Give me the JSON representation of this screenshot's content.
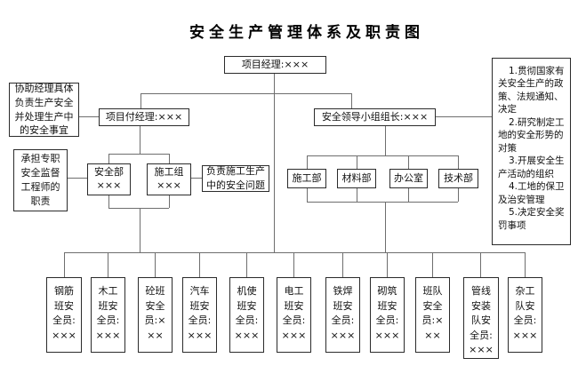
{
  "title": "安全生产管理体系及职责图",
  "colors": {
    "background": "#ffffff",
    "box_border": "#2b2b2b",
    "connector_line": "#6e6e6e",
    "text": "#111111"
  },
  "nodes": {
    "project_manager": "项目经理:×××",
    "deputy_manager": "项目付经理:×××",
    "safety_group_leader": "安全领导小组组长:×××",
    "assist_note": "协助经理具体负责生产安全并处理生产中的安全事宜",
    "supervisor_note": "承担专职安全监督工程师的职责",
    "safety_dept_name": "安全部",
    "safety_dept_value": "×××",
    "construction_group_name": "施工组",
    "construction_group_value": "×××",
    "construction_note": "负责施工生产中的安全问题"
  },
  "departments": [
    "施工部",
    "材料部",
    "办公室",
    "技术部"
  ],
  "right_panel": {
    "items": [
      "1.贯彻国家有关安全生产的政策、法规通知、决定",
      "2.研究制定工地的安全形势的对策",
      "3.开展安全生产活动的组织",
      "4.工地的保卫及治安管理",
      "5.决定安全奖罚事项"
    ]
  },
  "bottom_row": {
    "labels": [
      "钢筋班安全员:×××",
      "木工班安全员:×××",
      "砼班安全员:×××",
      "汽车班安全员:×××",
      "机使班安全员:×××",
      "电工班安全员:×××",
      "铁焊班安全员:×××",
      "砌筑班安全员:×××",
      "班队安全员:×××",
      "管线安装队安全员:×××",
      "杂工队安全员:×××"
    ]
  }
}
